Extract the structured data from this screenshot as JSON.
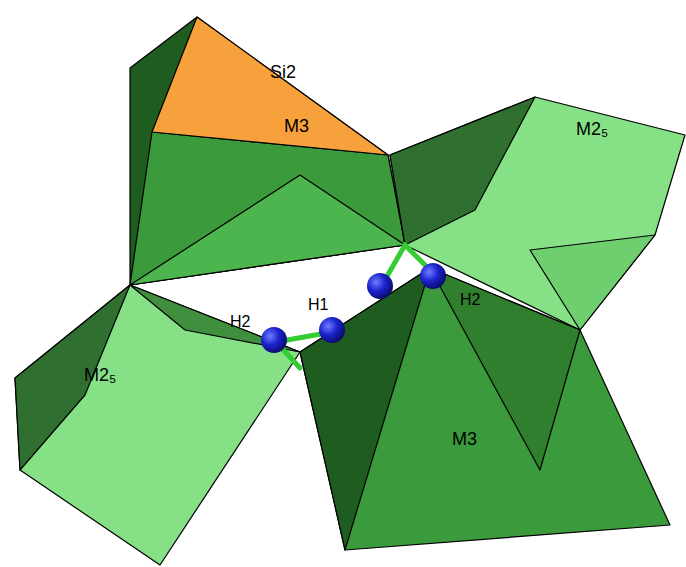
{
  "diagram": {
    "nodes": [
      {
        "text": [
          "Si2"
        ]
      },
      {
        "text": [
          "M3"
        ]
      },
      {
        "text": [
          "M2₅"
        ]
      },
      {
        "text": [
          "M2₅"
        ]
      },
      {
        "text": [
          "M3"
        ]
      }
    ],
    "labels": [
      "H2",
      "H1",
      "H2"
    ]
  }
}
